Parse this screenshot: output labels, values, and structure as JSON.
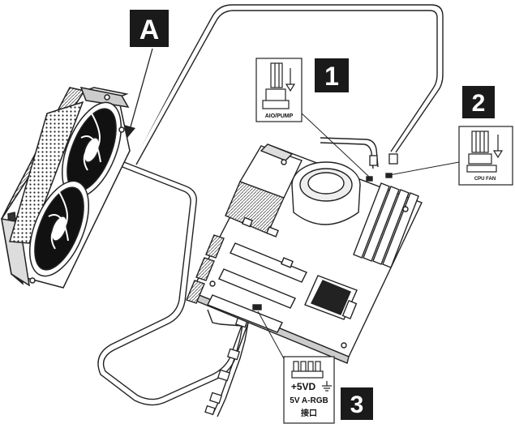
{
  "badges": {
    "a": "A",
    "one": "1",
    "two": "2",
    "three": "3"
  },
  "callouts": {
    "aio_pump": "AIO/PUMP",
    "cpu_fan": "CPU FAN",
    "voltage": "+5VD",
    "argb_line1": "5V A-RGB",
    "argb_line2": "接口"
  },
  "colors": {
    "badge_fill": "#1a1a1a",
    "line": "#222222",
    "background": "#ffffff"
  },
  "icons": {
    "radiator": "aio-radiator-with-two-fans",
    "motherboard": "atx-motherboard",
    "pump_head": "cpu-pump-head",
    "connector": "header-connector"
  }
}
